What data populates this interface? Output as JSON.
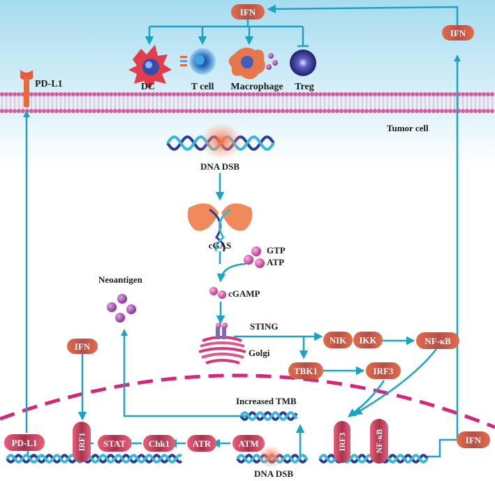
{
  "labels": {
    "ifn_top": "IFN",
    "ifn_right": "IFN",
    "ifn_left": "IFN",
    "ifn_bottom_right": "IFN",
    "pdl1_top": "PD-L1",
    "pdl1_bottom": "PD-L1",
    "dc": "DC",
    "tcell": "T cell",
    "macrophage": "Macrophage",
    "treg": "Treg",
    "tumor_cell": "Tumor cell",
    "dna_dsb_top": "DNA DSB",
    "dna_dsb_bottom": "DNA DSB",
    "cgas": "cGAS",
    "gtp": "GTP",
    "atp": "ATP",
    "cgamp": "cGAMP",
    "neoantigen": "Neoantigen",
    "sting": "STING",
    "golgi": "Golgi",
    "nik": "NIK",
    "ikk": "IKK",
    "nfkb": "NF-κB",
    "nfkb_nuc": "NF-κB",
    "tbk1": "TBK1",
    "irf3": "IRF3",
    "irf3_nuc": "IRF3",
    "increased_tmb": "Increased TMB",
    "irf1": "IRF1",
    "stat": "STAT",
    "chk1": "Chk1",
    "atr": "ATR",
    "atm": "ATM"
  },
  "colors": {
    "arrow": "#1aa3c4",
    "pill": "#c0505a",
    "nuclear_membrane": "#d6267c",
    "membrane": "#d85a9a",
    "dna_blue": "#2b3b9c",
    "dna_cyan": "#39b7d8",
    "background_top": "#a6dcef"
  },
  "icons": {
    "dc": "dendritic-cell-icon",
    "tcell": "t-cell-icon",
    "macrophage": "macrophage-icon",
    "treg": "treg-cell-icon",
    "pdl1": "pd-l1-receptor-icon",
    "cgas": "cgas-enzyme-icon",
    "sting": "sting-protein-icon",
    "golgi": "golgi-apparatus-icon"
  }
}
